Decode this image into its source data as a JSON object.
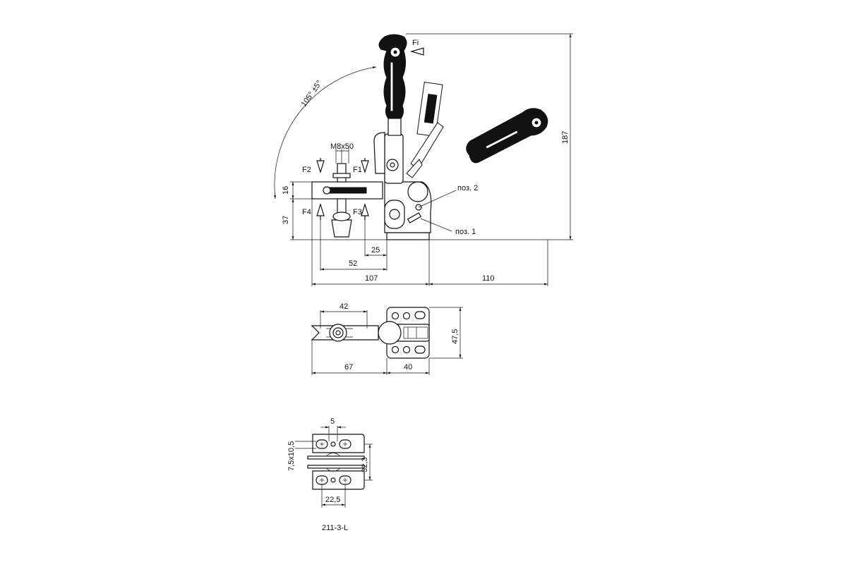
{
  "labels": {
    "force_fi": "Fi",
    "force_f1": "F1",
    "force_f2": "F2",
    "force_f3": "F3",
    "force_f4": "F4",
    "angle": "105° ±5°",
    "thread": "M8x50",
    "pos2": "поз. 2",
    "pos1": "поз. 1",
    "model": "211-3-L"
  },
  "dimensions": {
    "d16": "16",
    "d37": "37",
    "d187": "187",
    "d25": "25",
    "d52": "52",
    "d107": "107",
    "d110": "110",
    "d42": "42",
    "d67": "67",
    "d40": "40",
    "d47_5": "47,5",
    "d5": "5",
    "d7_5x10_5": "7,5x10,5",
    "d32_3": "32,3",
    "d22_5": "22,5"
  }
}
